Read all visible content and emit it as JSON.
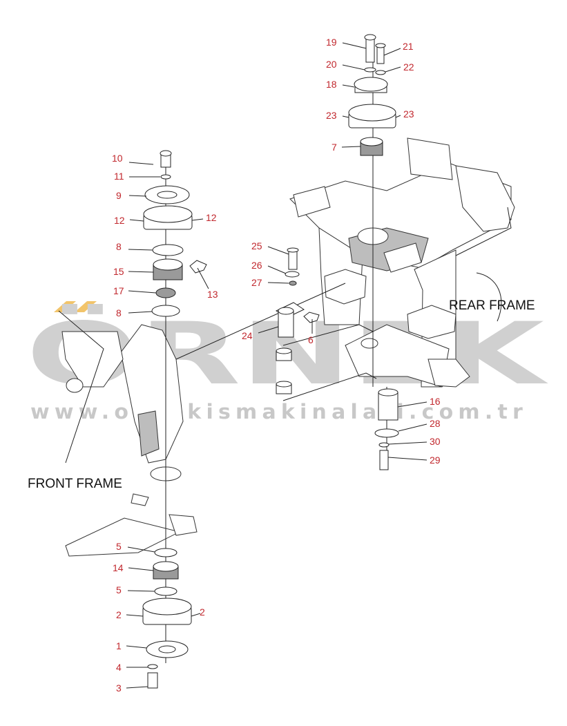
{
  "labels": {
    "front_frame": "FRONT FRAME",
    "rear_frame": "REAR FRAME"
  },
  "watermark": {
    "text": "ÖRNEK",
    "url": "www.ornekismakinalari.com.tr"
  },
  "callouts": {
    "n1": "1",
    "n2a": "2",
    "n2b": "2",
    "n3": "3",
    "n4": "4",
    "n5a": "5",
    "n5b": "5",
    "n6": "6",
    "n7": "7",
    "n8a": "8",
    "n8b": "8",
    "n9": "9",
    "n10": "10",
    "n11": "11",
    "n12a": "12",
    "n12b": "12",
    "n13": "13",
    "n14": "14",
    "n15": "15",
    "n16": "16",
    "n17": "17",
    "n18": "18",
    "n19": "19",
    "n20": "20",
    "n21": "21",
    "n22": "22",
    "n23a": "23",
    "n23b": "23",
    "n24": "24",
    "n25": "25",
    "n26": "26",
    "n27": "27",
    "n28": "28",
    "n29": "29",
    "n30": "30"
  },
  "colors": {
    "callout": "#c1272d",
    "watermark": "#d0d0d0",
    "watermark_accent": "#f2c46a",
    "line": "#222222"
  }
}
